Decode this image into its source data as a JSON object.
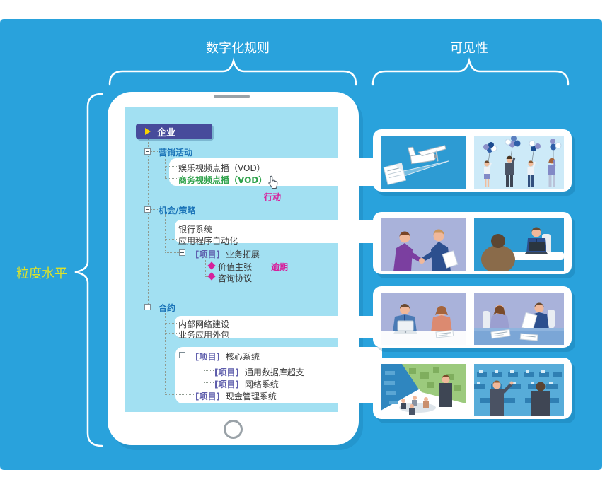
{
  "header": {
    "left": "数字化规则",
    "right": "可见性"
  },
  "side": {
    "label": "粒度水平"
  },
  "tree": {
    "root": {
      "label": "企业"
    },
    "project_tag": "[项目]",
    "sections": [
      {
        "label": "营销活动",
        "children": [
          {
            "label": "娱乐视频点播（VOD）"
          },
          {
            "label": "商务视频点播（VOD）"
          }
        ],
        "cursor_caption": "行动"
      },
      {
        "label": "机会/策略",
        "children": [
          {
            "label": "银行系统"
          },
          {
            "label": "应用程序自动化"
          }
        ],
        "project": {
          "label": "业务拓展",
          "milestones": [
            {
              "label": "价值主张",
              "badge": "逾期"
            },
            {
              "label": "咨询协议"
            }
          ]
        }
      },
      {
        "label": "合约",
        "children": [
          {
            "label": "内部网络建设"
          },
          {
            "label": "业务应用外包"
          }
        ],
        "projects": [
          {
            "label": "核心系统"
          },
          {
            "label": "通用数据库超支"
          },
          {
            "label": "网络系统"
          },
          {
            "label": "现金管理系统"
          }
        ]
      }
    ]
  },
  "panels": [
    {
      "name": "marketing-activities-visuals",
      "images": [
        "paper-plane-illustration",
        "people-with-balloons-illustration"
      ]
    },
    {
      "name": "opportunity-strategy-visuals",
      "images": [
        "handshake-illustration",
        "interview-desk-illustration"
      ]
    },
    {
      "name": "contract-visuals",
      "images": [
        "laptop-meeting-illustration",
        "document-review-illustration"
      ]
    },
    {
      "name": "project-visuals",
      "images": [
        "city-office-collage-illustration",
        "office-floor-overview-illustration"
      ]
    }
  ],
  "colors": {
    "background": "#29a2dc",
    "screen": "#a2e0f2",
    "enterprise_button": "#474b9b",
    "section_heading": "#1b74b8",
    "project_tag": "#5d5cab",
    "active_link_green": "#2fa24b",
    "magenta_accent": "#d6219c",
    "granularity_label": "#dce22c",
    "play_triangle": "#f8d200"
  }
}
